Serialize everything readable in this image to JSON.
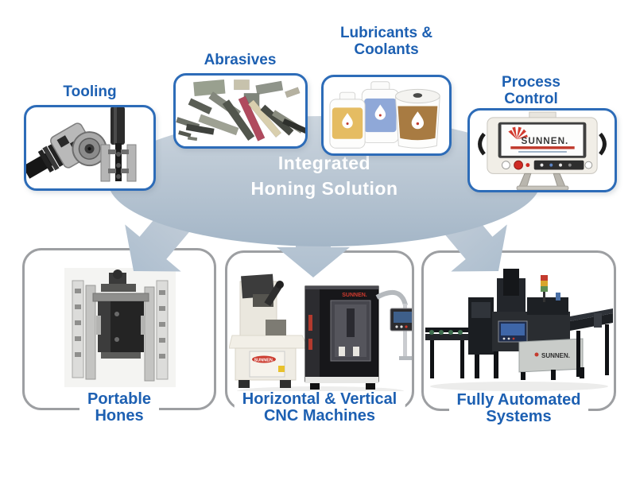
{
  "center": {
    "line1": "Integrated",
    "line2": "Honing Solution"
  },
  "top_items": [
    {
      "id": "tooling",
      "lines": [
        "Tooling"
      ]
    },
    {
      "id": "abrasives",
      "lines": [
        "Abrasives"
      ]
    },
    {
      "id": "lubricants-coolants",
      "lines": [
        "Lubricants &",
        "Coolants"
      ]
    },
    {
      "id": "process-control",
      "lines": [
        "Process",
        "Control"
      ]
    }
  ],
  "bottom_items": [
    {
      "id": "portable-hones",
      "lines": [
        "Portable",
        "Hones"
      ]
    },
    {
      "id": "cnc-machines",
      "lines": [
        "Horizontal & Vertical",
        "CNC Machines"
      ]
    },
    {
      "id": "fully-automated",
      "lines": [
        "Fully Automated",
        "Systems"
      ]
    }
  ],
  "brand": {
    "panel_logo": "SUNNEN.",
    "machine_logo": "SUNNEN."
  },
  "colors": {
    "label_blue": "#1d60b2",
    "border_blue": "#2d6cb8",
    "border_gray": "#9d9fa2",
    "ellipse_top": "#ccd5de",
    "ellipse_bottom": "#a4b6c7",
    "arrow_top": "#d8dee6",
    "arrow_bottom": "#b2c0d0",
    "logo_red": "#cf3a2e",
    "center_text": "#ffffff"
  }
}
